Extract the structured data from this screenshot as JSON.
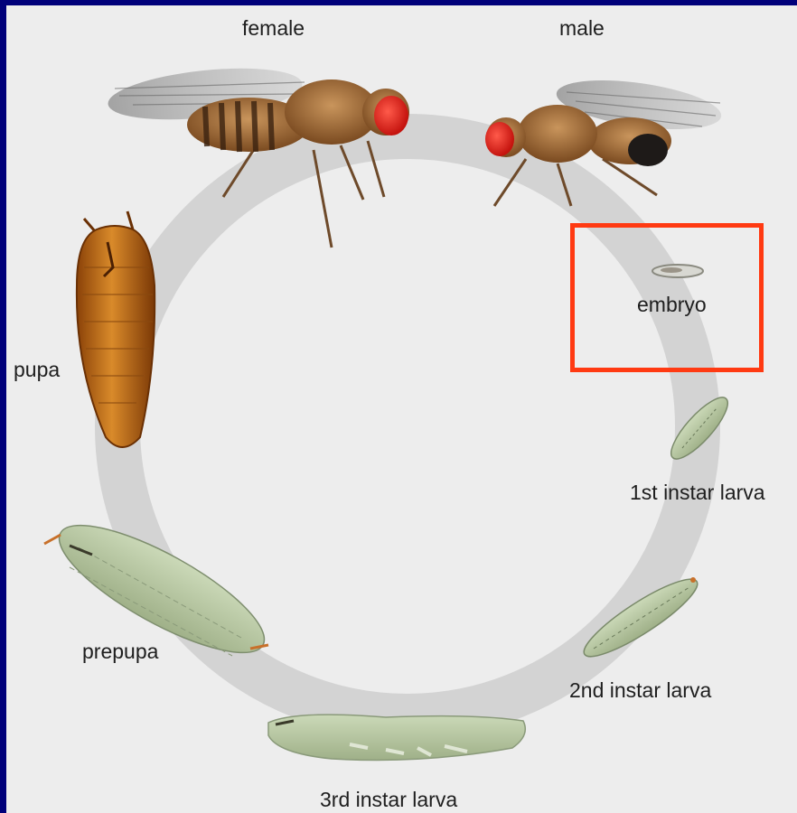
{
  "stages": {
    "female": "female",
    "male": "male",
    "embryo": "embryo",
    "first_instar": "1st instar larva",
    "second_instar": "2nd instar larva",
    "third_instar": "3rd instar larva",
    "prepupa": "prepupa",
    "pupa": "pupa"
  },
  "colors": {
    "frame_border": "#00007a",
    "background": "#ededed",
    "cycle_ring": "#d3d3d3",
    "highlight": "#ff3a12",
    "fly_eye": "#e8251f",
    "fly_body": "#a8703c",
    "pupa": "#b8620f",
    "larva": "#b9c9a6"
  },
  "highlighted_stage": "embryo"
}
